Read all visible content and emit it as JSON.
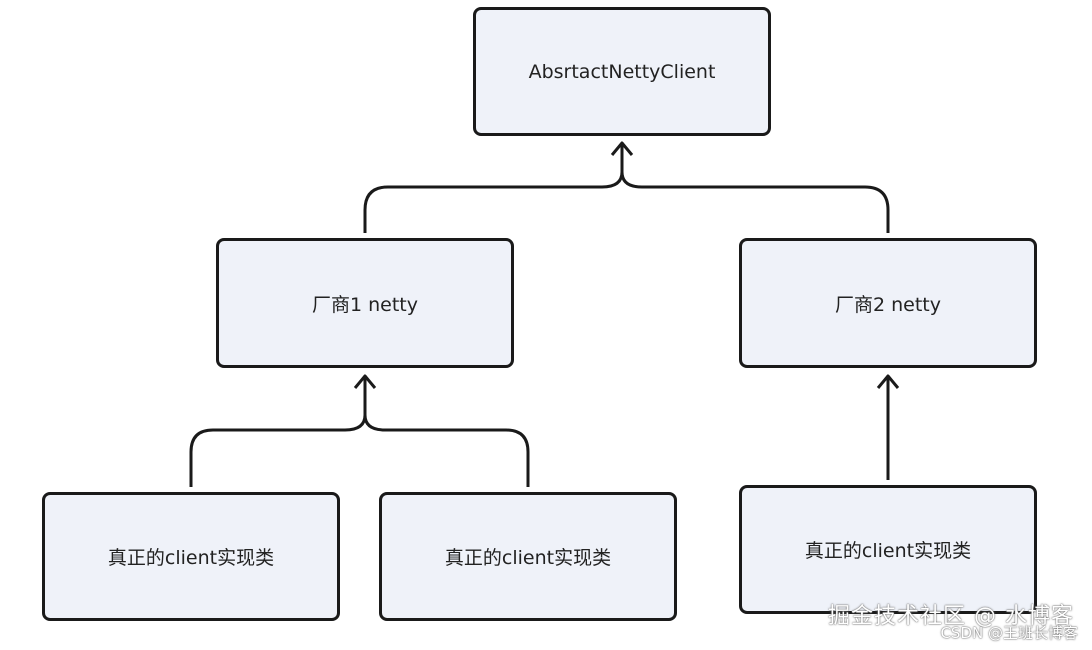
{
  "nodes": {
    "root": {
      "label": "AbsrtactNettyClient"
    },
    "vendor1": {
      "label": "厂商1 netty"
    },
    "vendor2": {
      "label": "厂商2 netty"
    },
    "impl_a": {
      "label": "真正的client实现类"
    },
    "impl_b": {
      "label": "真正的client实现类"
    },
    "impl_c": {
      "label": "真正的client实现类"
    }
  },
  "watermark": {
    "main": "掘金技术社区 @ 水博客",
    "sub": "CSDN @王班长博客"
  },
  "colors": {
    "box_fill": "#eff2f9",
    "stroke": "#1a1a1a"
  }
}
